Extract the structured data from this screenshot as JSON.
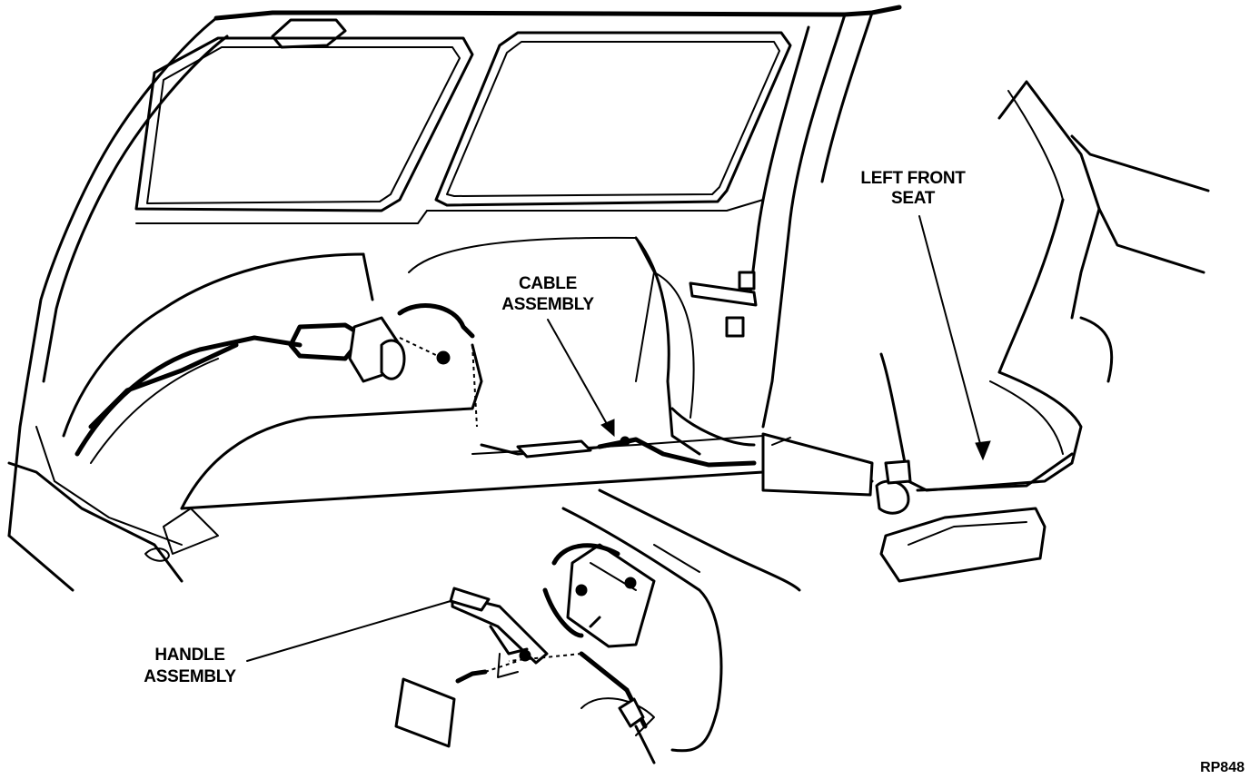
{
  "labels": {
    "left_front_seat_line1": "LEFT FRONT",
    "left_front_seat_line2": "SEAT",
    "cable_assembly_line1": "CABLE",
    "cable_assembly_line2": "ASSEMBLY",
    "handle_assembly_line1": "HANDLE",
    "handle_assembly_line2": "ASSEMBLY"
  },
  "figure_code": "RP848"
}
